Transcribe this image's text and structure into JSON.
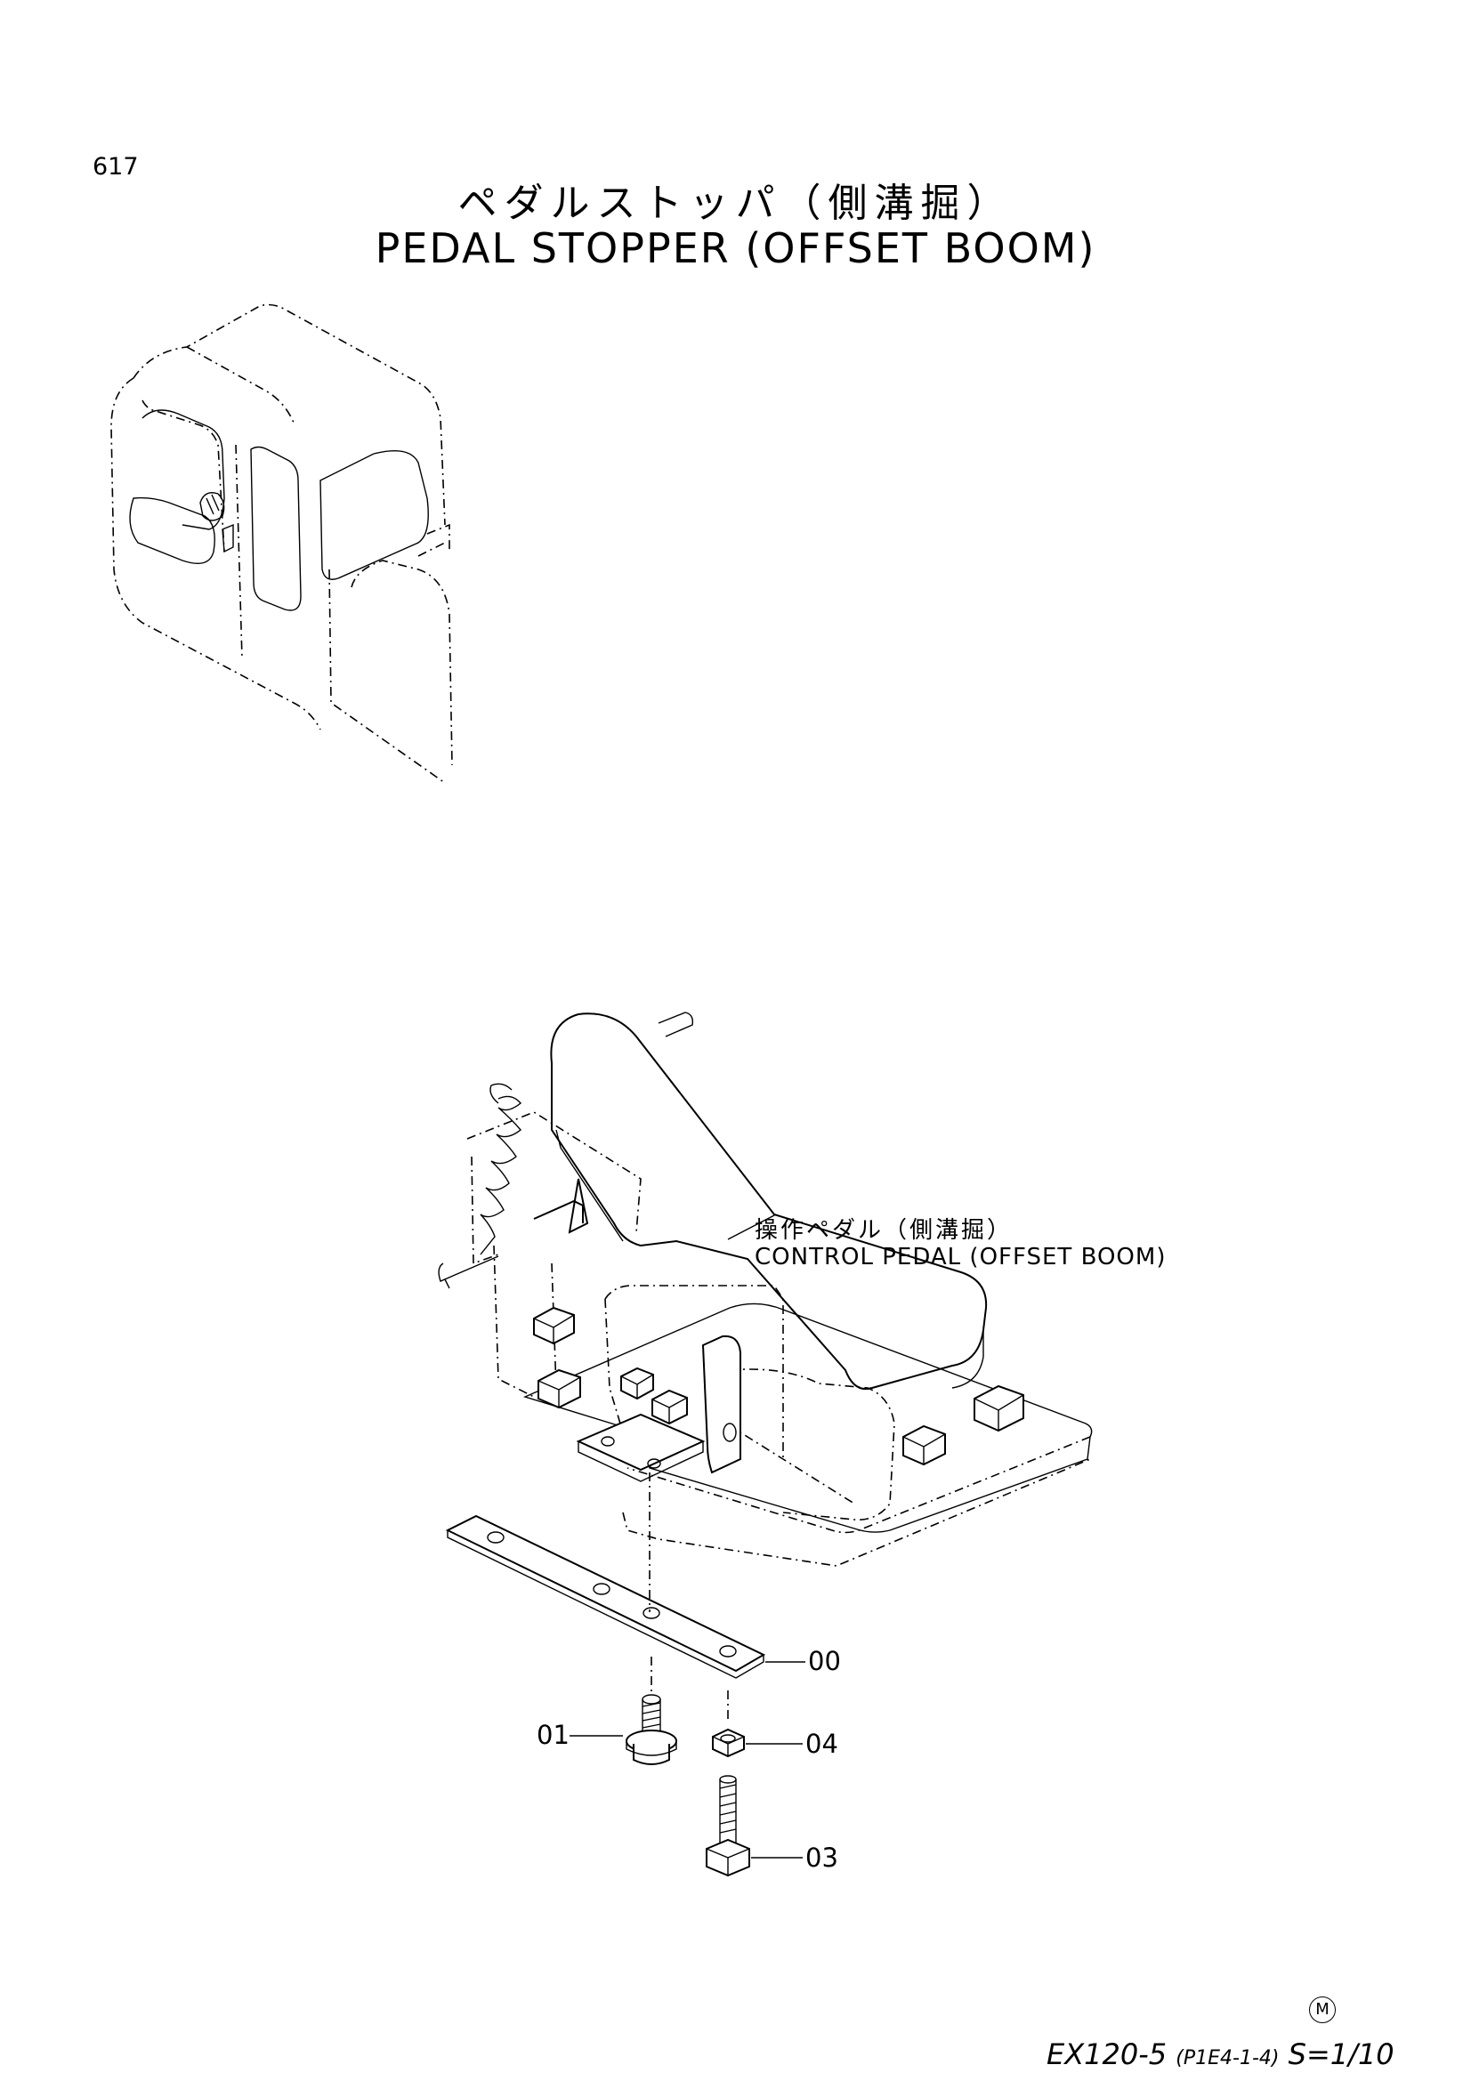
{
  "page": {
    "number": "617"
  },
  "title": {
    "japanese": "ペダルストッパ（側溝掘）",
    "english": "PEDAL STOPPER (OFFSET BOOM)"
  },
  "callout": {
    "japanese": "操作ペダル（側溝掘）",
    "english": "CONTROL PEDAL (OFFSET BOOM)"
  },
  "parts": {
    "p00": "00",
    "p01": "01",
    "p03": "03",
    "p04": "04"
  },
  "footer": {
    "model": "EX120-5",
    "code": "(P1E4-1-4)",
    "scale": "S=1/10",
    "mark": "M"
  }
}
